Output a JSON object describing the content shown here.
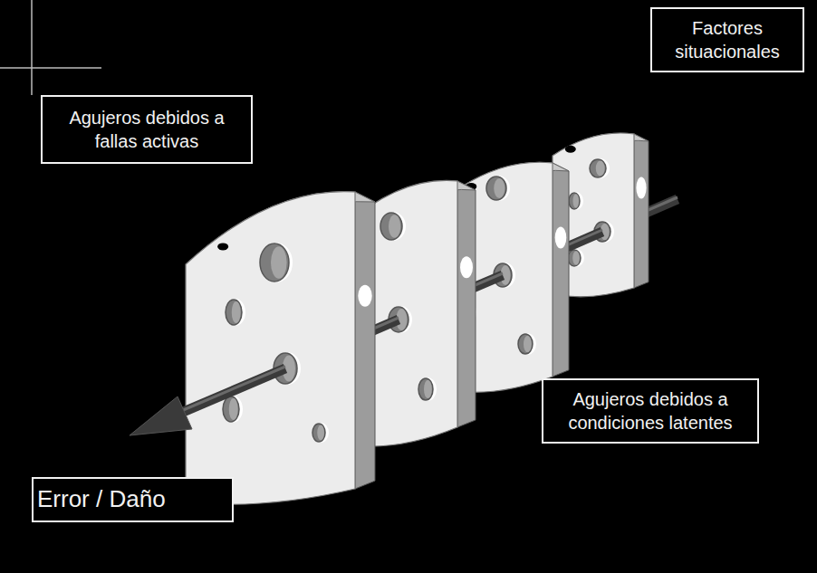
{
  "diagram": {
    "nodes": [
      {
        "text": [
          "Agujeros debidos a fallas activas"
        ]
      },
      {
        "text": [
          "Factores situacionales"
        ]
      },
      {
        "text": [
          "Agujeros debidos a condiciones latentes"
        ]
      },
      {
        "text": [
          "Error / Daño"
        ]
      }
    ]
  }
}
